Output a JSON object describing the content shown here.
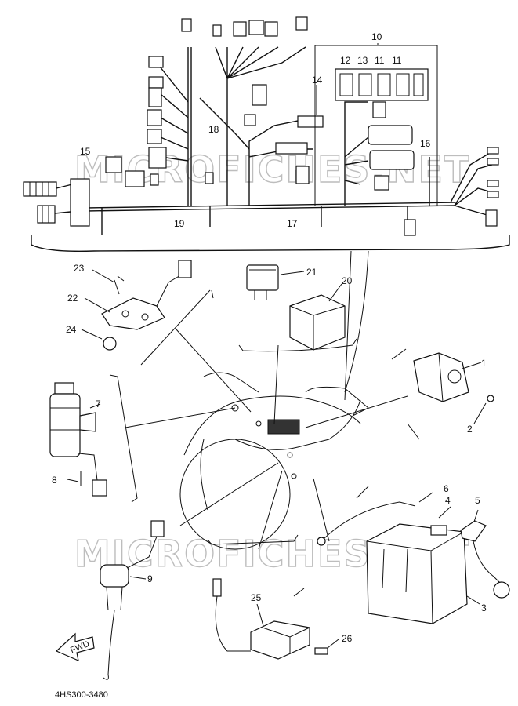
{
  "diagram_code": "4HS300-3480",
  "watermark": "MICROFICHES.NET",
  "front_arrow_label": "FWD",
  "callouts": {
    "c1": "1",
    "c2": "2",
    "c3": "3",
    "c4": "4",
    "c5": "5",
    "c6": "6",
    "c7": "7",
    "c8": "8",
    "c9": "9",
    "c10": "10",
    "c11a": "11",
    "c11b": "11",
    "c12": "12",
    "c13": "13",
    "c14": "14",
    "c15": "15",
    "c16": "16",
    "c17": "17",
    "c18": "18",
    "c19": "19",
    "c20": "20",
    "c21": "21",
    "c22": "22",
    "c23": "23",
    "c24": "24",
    "c25": "25",
    "c26": "26"
  }
}
